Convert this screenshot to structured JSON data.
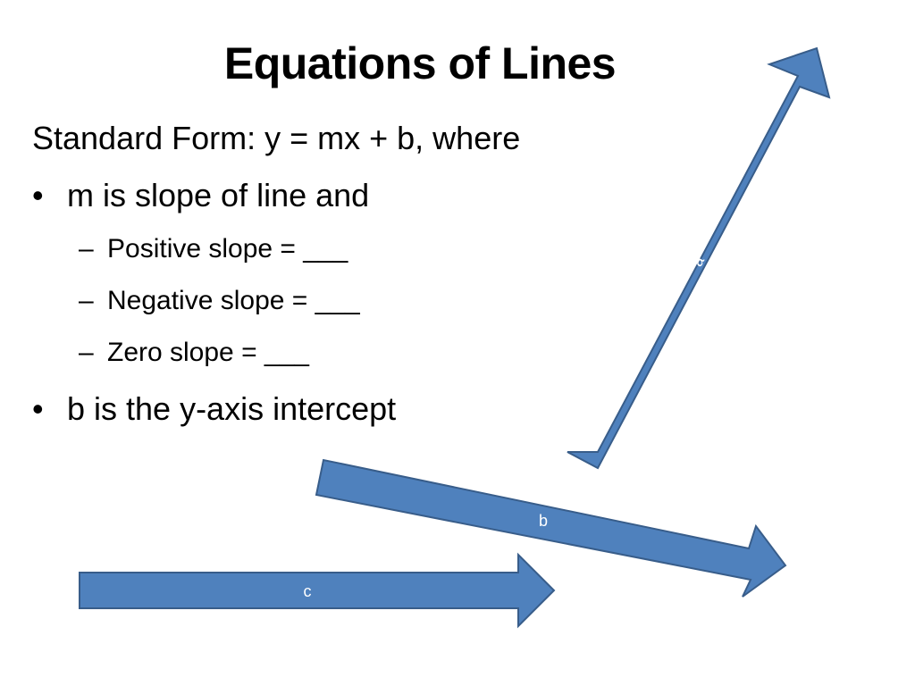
{
  "slide": {
    "title": "Equations of Lines",
    "intro": "Standard Form: y = mx + b, where",
    "bullet_glyph": "•",
    "dash_glyph": "–",
    "bullets": [
      {
        "text": "m is slope of line and",
        "sub_items": [
          "Positive slope = ___",
          "Negative slope = ___",
          "Zero slope = ___"
        ]
      },
      {
        "text": "b is the y-axis intercept",
        "sub_items": []
      }
    ]
  },
  "arrows": [
    {
      "id": "a",
      "label": "a",
      "direction": "up-right"
    },
    {
      "id": "b",
      "label": "b",
      "direction": "down-right"
    },
    {
      "id": "c",
      "label": "c",
      "direction": "right"
    }
  ],
  "colors": {
    "arrow_fill": "#4f81bd",
    "arrow_stroke": "#385d8a",
    "arrow_label": "#ffffff",
    "text": "#000000",
    "background": "#ffffff"
  }
}
